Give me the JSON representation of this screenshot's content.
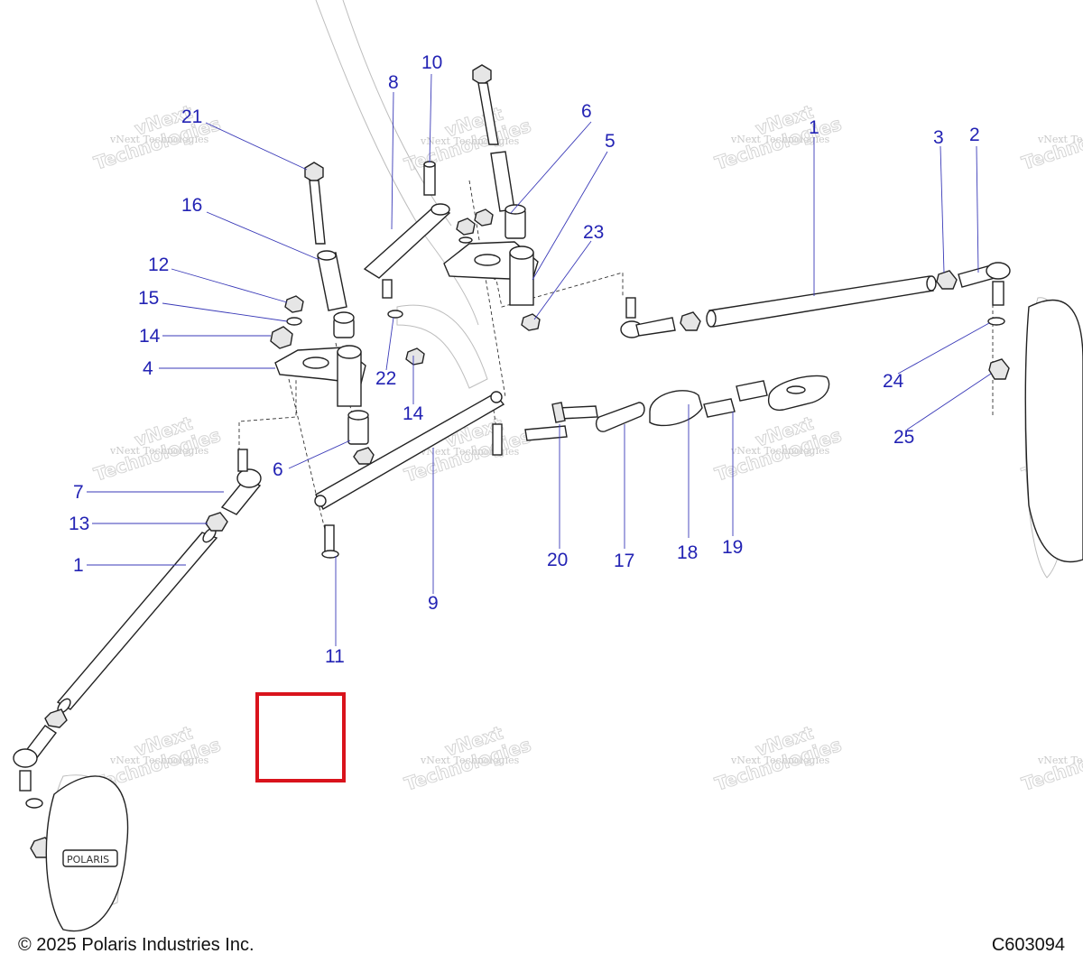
{
  "footer": {
    "copyright": "© 2025 Polaris Industries Inc.",
    "diagram_code": "C603094"
  },
  "watermark": {
    "line1": "vNext Technologies",
    "line2": "vNext",
    "line3": "Technologies"
  },
  "callouts": [
    "10",
    "8",
    "6",
    "5",
    "21",
    "16",
    "23",
    "12",
    "15",
    "14",
    "4",
    "22",
    "14",
    "6",
    "7",
    "13",
    "1",
    "9",
    "11",
    "20",
    "17",
    "18",
    "19",
    "1",
    "3",
    "2",
    "24",
    "25"
  ],
  "brand_plate": "POLARIS",
  "highlight": {
    "color": "#d9131c"
  }
}
